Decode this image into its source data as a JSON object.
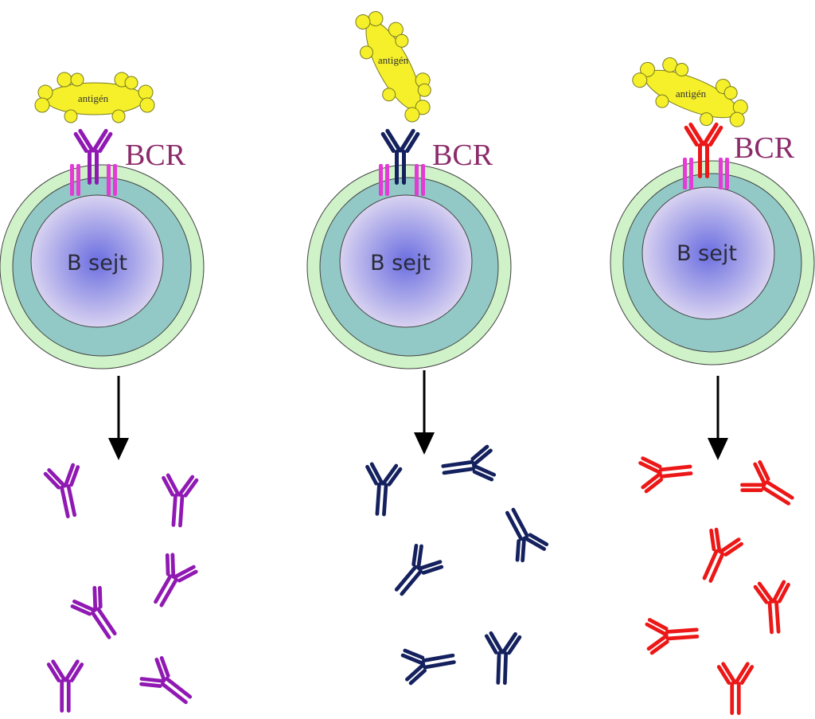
{
  "labels": {
    "antigen": "antigén",
    "bcr": "BCR",
    "bcell": "B sejt"
  },
  "colors": {
    "clone_1": "#9019b3",
    "clone_2": "#14215e",
    "clone_3": "#ec1717",
    "antigen_fill": "#f5f02a",
    "bcr_label": "#8b2b6a",
    "membrane_protein": "#e43ad6",
    "cell_outer": "#cff2c8",
    "cell_cytoplasm": "#92c9c6",
    "nucleus_center": "#6b6ee0",
    "nucleus_edge": "#e3dcf2"
  },
  "panels": [
    {
      "id": "clone-1",
      "color_key": "clone_1",
      "antibody_count": 6
    },
    {
      "id": "clone-2",
      "color_key": "clone_2",
      "antibody_count": 6
    },
    {
      "id": "clone-3",
      "color_key": "clone_3",
      "antibody_count": 6
    }
  ]
}
